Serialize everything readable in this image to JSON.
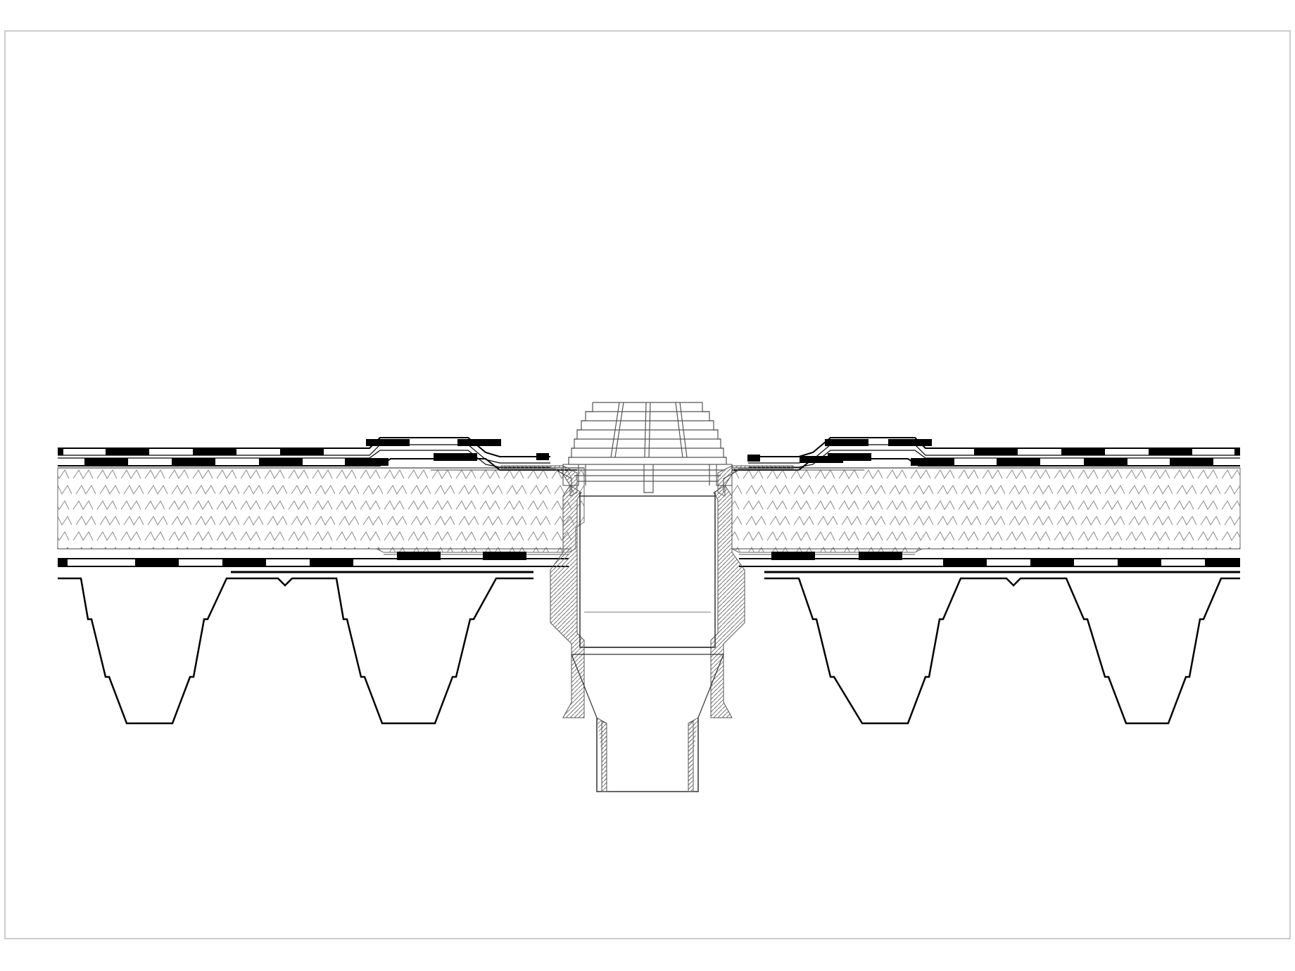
{
  "drawing": {
    "kind": "technical cross-section",
    "labels": [],
    "colors": {
      "background": "#ffffff",
      "line": "#000000",
      "membrane_fill": "#000000",
      "fine_line": "#777777",
      "frame": "#bbbbbb"
    },
    "components": [
      {
        "name": "upper-membrane-layer",
        "pattern": "dashed-black"
      },
      {
        "name": "insulation-layer",
        "pattern": "zigzag-hatch"
      },
      {
        "name": "vapour-barrier-layer",
        "pattern": "dashed-black"
      },
      {
        "name": "trapezoidal-steel-deck",
        "pattern": "profile-line"
      },
      {
        "name": "roof-drain",
        "parts": [
          "grating",
          "body",
          "outlet-pipe"
        ]
      }
    ]
  }
}
